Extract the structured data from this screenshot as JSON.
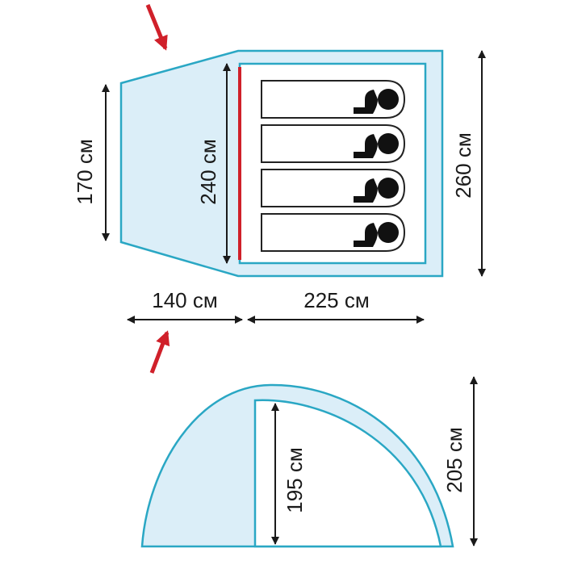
{
  "colors": {
    "outline": "#2aa7c4",
    "fill": "#dbeef8",
    "inner_fill": "#ffffff",
    "entrance": "#d0202a",
    "dimension": "#1a1a1a",
    "pointer": "#d0202a"
  },
  "dimensions": {
    "vestibule_height": "170 см",
    "inner_height": "240 см",
    "outer_height": "260 см",
    "vestibule_depth": "140 см",
    "inner_depth": "225 см",
    "outer_side_height": "205 см",
    "inner_side_height": "195 см"
  },
  "sleepers": 4
}
